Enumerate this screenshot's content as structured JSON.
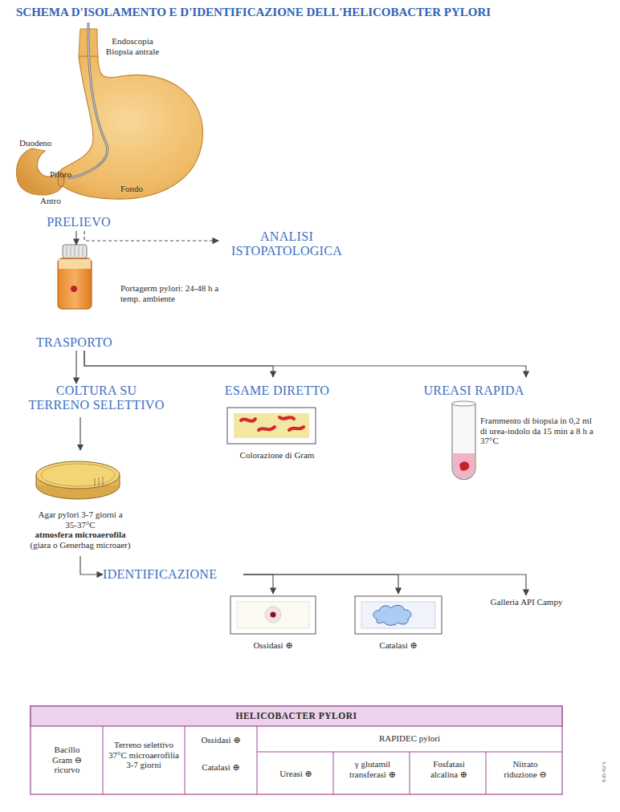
{
  "diagram": {
    "title": "SCHEMA D'ISOLAMENTO E D'IDENTIFICAZIONE DELL'HELICOBACTER PYLORI",
    "nodes": [
      {
        "text": [
          "PRELIEVO"
        ]
      },
      {
        "text": [
          "ANALISI ISTOPATOLOGICA"
        ]
      },
      {
        "text": [
          "Portagerm pylori: 24-48 h a temp. ambiente",
          "TRASPORTO"
        ]
      },
      {
        "text": [
          "COLTURA SU TERRENO SELETTIVO",
          "Agar pylori 3-7 giorni a 35-37°C",
          "atmosfera microaerofila",
          "(giara o Generbag microaer)"
        ]
      },
      {
        "text": [
          "ESAME DIRETTO",
          "Colorazione di Gram"
        ]
      },
      {
        "text": [
          "UREASI RAPIDA",
          "Frammento di biopsia in 0,2 ml di urea-indolo da 15 min a 8 h a 37°C"
        ]
      },
      {
        "text": [
          "IDENTIFICAZIONE"
        ]
      },
      {
        "text": [
          "Ossidasi ⊕"
        ]
      },
      {
        "text": [
          "Catalasi ⊕"
        ]
      },
      {
        "text": [
          "Galleria API Campy"
        ]
      }
    ],
    "edges": [
      {
        "from": 0,
        "to": 1,
        "arrow": "to"
      },
      {
        "from": 0,
        "to": 2,
        "arrow": "to"
      },
      {
        "from": 2,
        "to": 3,
        "arrow": "to"
      },
      {
        "from": 2,
        "to": 4,
        "arrow": "to"
      },
      {
        "from": 2,
        "to": 5,
        "arrow": "to"
      },
      {
        "from": 3,
        "to": 6,
        "arrow": "to"
      },
      {
        "from": 6,
        "to": 7,
        "arrow": "to"
      },
      {
        "from": 6,
        "to": 8,
        "arrow": "to"
      },
      {
        "from": 6,
        "to": 9,
        "arrow": "to"
      }
    ],
    "labels": [
      "Endoscopia Biopsia antrale",
      "Duodeno",
      "Piloro",
      "Antro",
      "Fondo",
      "HELICOBACTER PYLORI",
      "Bacillo Gram ⊖ ricurvo",
      "Terreno selettivo 37°C microaerofilia 3-7 giorni",
      "Ossidasi ⊕",
      "Catalasi ⊕",
      "RAPIDEC pylori",
      "Ureasi ⊕",
      "γ glutamil transferasi ⊕",
      "Fosfatasi alcalina ⊕",
      "Nitrato riduzione ⊖",
      "9-D-92/1"
    ]
  }
}
